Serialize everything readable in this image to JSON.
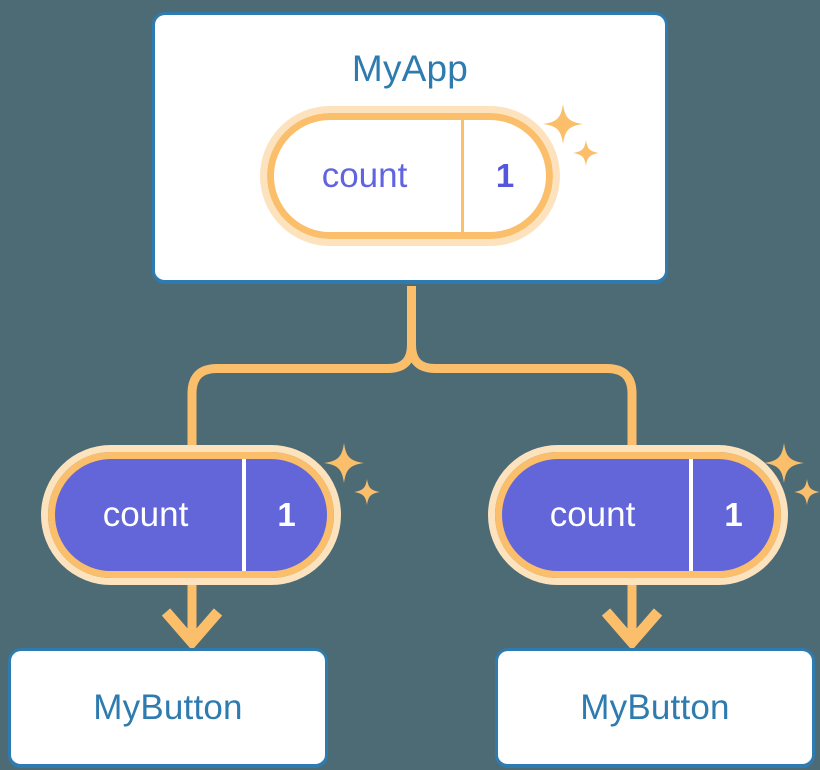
{
  "diagram": {
    "title_text": "MyApp",
    "background_color": "#4d6b75",
    "accent_orange": "#fbbf6b",
    "accent_orange_light": "#fde3bd",
    "accent_blue": "#2e7bb0",
    "accent_indigo": "#6366d8"
  },
  "root_component": {
    "name": "MyApp",
    "state": {
      "key": "count",
      "value": "1"
    },
    "sparkle_name": "sparkle-icon"
  },
  "children": [
    {
      "name": "MyButton",
      "state": {
        "key": "count",
        "value": "1"
      },
      "sparkle_name": "sparkle-icon"
    },
    {
      "name": "MyButton",
      "state": {
        "key": "count",
        "value": "1"
      },
      "sparkle_name": "sparkle-icon"
    }
  ]
}
